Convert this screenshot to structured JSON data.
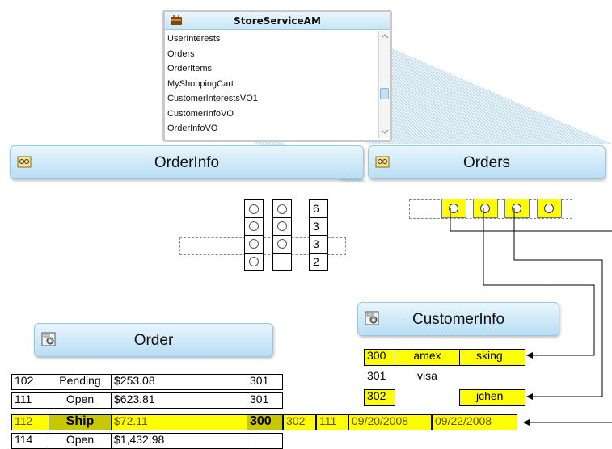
{
  "app_module": {
    "title": "StoreServiceAM",
    "items": [
      "UserInterests",
      "Orders",
      "OrderItems",
      "MyShoppingCart",
      "CustomerInterestsVO1",
      "CustomerInfoVO",
      "OrderInfoVO"
    ]
  },
  "views": {
    "order_info": "OrderInfo",
    "orders": "Orders",
    "customer_info": "CustomerInfo",
    "order": "Order"
  },
  "order_info_counts": [
    "6",
    "3",
    "3",
    "2"
  ],
  "customer_info_rows": [
    {
      "id": "300",
      "card": "amex",
      "user": "sking",
      "highlight": true
    },
    {
      "id": "301",
      "card": "visa",
      "user": "",
      "highlight": false
    },
    {
      "id": "302",
      "card": "",
      "user": "jchen",
      "highlight": true
    }
  ],
  "order_rows": [
    {
      "id": "102",
      "status": "Pending",
      "amount": "$253.08",
      "cust": "301",
      "highlight": false
    },
    {
      "id": "111",
      "status": "Open",
      "amount": "$623.81",
      "cust": "301",
      "highlight": false
    },
    {
      "id": "112",
      "status": "Ship",
      "amount": "$72.11",
      "cust": "300",
      "highlight": true
    },
    {
      "id": "114",
      "status": "Open",
      "amount": "$1,432.98",
      "cust": "",
      "highlight": false
    }
  ],
  "order_112_extra": [
    "302",
    "111",
    "09/20/2008",
    "09/22/2008"
  ],
  "colors": {
    "highlight": "#ffff00",
    "header_blue": "#c7e6f8",
    "link_fill": "#cfe6f3"
  }
}
